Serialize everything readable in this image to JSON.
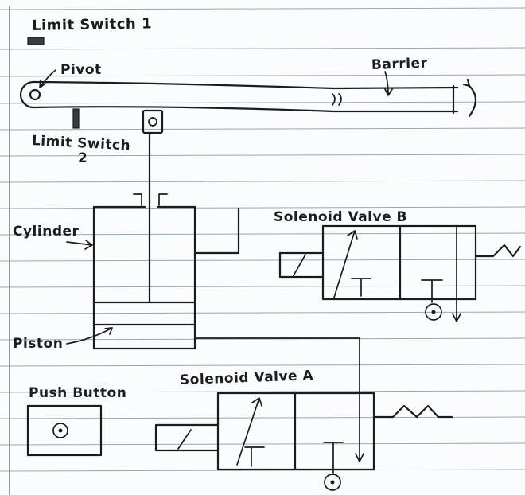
{
  "labels": {
    "limit_switch_1": "Limit Switch 1",
    "pivot": "Pivot",
    "barrier": "Barrier",
    "limit_switch_2_line1": "Limit Switch",
    "limit_switch_2_line2": "2",
    "cylinder": "Cylinder",
    "solenoid_valve_b": "Solenoid Valve B",
    "piston": "Piston",
    "push_button": "Push Button",
    "solenoid_valve_a": "Solenoid Valve A"
  },
  "colors": {
    "ink": "#1b1b22",
    "paper": "#fbfcfd",
    "rule_lines": "#9aa7b4"
  }
}
